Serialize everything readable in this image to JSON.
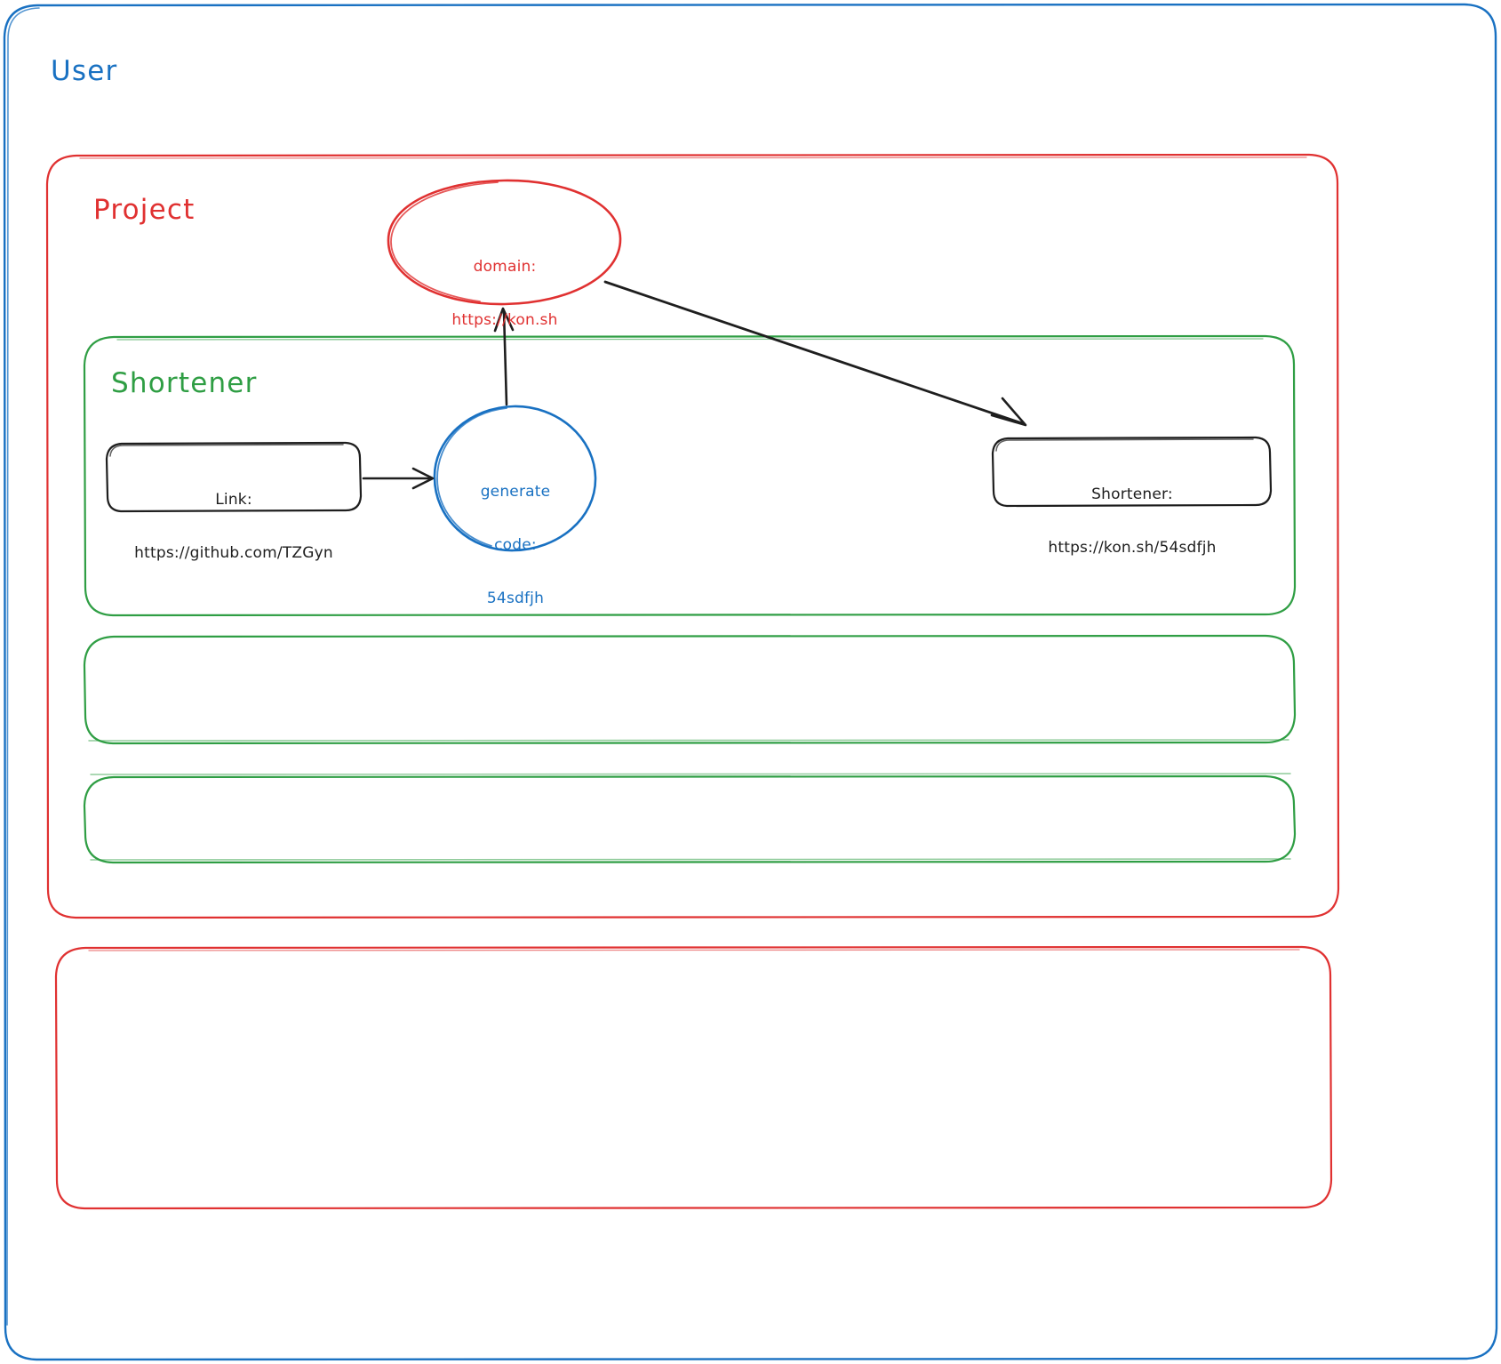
{
  "diagram": {
    "type": "hand-drawn-architecture-diagram",
    "background": "#ffffff",
    "colors": {
      "user_blue": "#1971c2",
      "project_red": "#e03131",
      "shortener_green": "#2f9e44",
      "node_black": "#1e1e1e",
      "arrow_black": "#1e1e1e"
    }
  },
  "containers": {
    "user": {
      "label": "User",
      "color": "#1971c2"
    },
    "project": {
      "label": "Project",
      "color": "#e03131"
    },
    "shortener": {
      "label": "Shortener",
      "color": "#2f9e44"
    },
    "empty_group_2": {
      "label": ""
    },
    "empty_group_3": {
      "label": ""
    },
    "empty_project_2": {
      "label": ""
    }
  },
  "nodes": {
    "domain": {
      "shape": "ellipse",
      "color": "#e03131",
      "line1": "domain:",
      "line2": "https://kon.sh"
    },
    "link": {
      "shape": "rounded-rect",
      "color": "#1e1e1e",
      "line1": "Link:",
      "line2": "https://github.com/TZGyn"
    },
    "generate": {
      "shape": "ellipse",
      "color": "#1971c2",
      "line1": "generate",
      "line2": "code:",
      "line3": "54sdfjh"
    },
    "result": {
      "shape": "rounded-rect",
      "color": "#1e1e1e",
      "line1": "Shortener:",
      "line2": "https://kon.sh/54sdfjh"
    }
  },
  "edges": [
    {
      "name": "link-to-generate",
      "from": "link",
      "to": "generate",
      "style": "arrow"
    },
    {
      "name": "generate-to-domain",
      "from": "generate",
      "to": "domain",
      "style": "arrow"
    },
    {
      "name": "domain-to-result",
      "from": "domain",
      "to": "result",
      "style": "arrow"
    }
  ]
}
